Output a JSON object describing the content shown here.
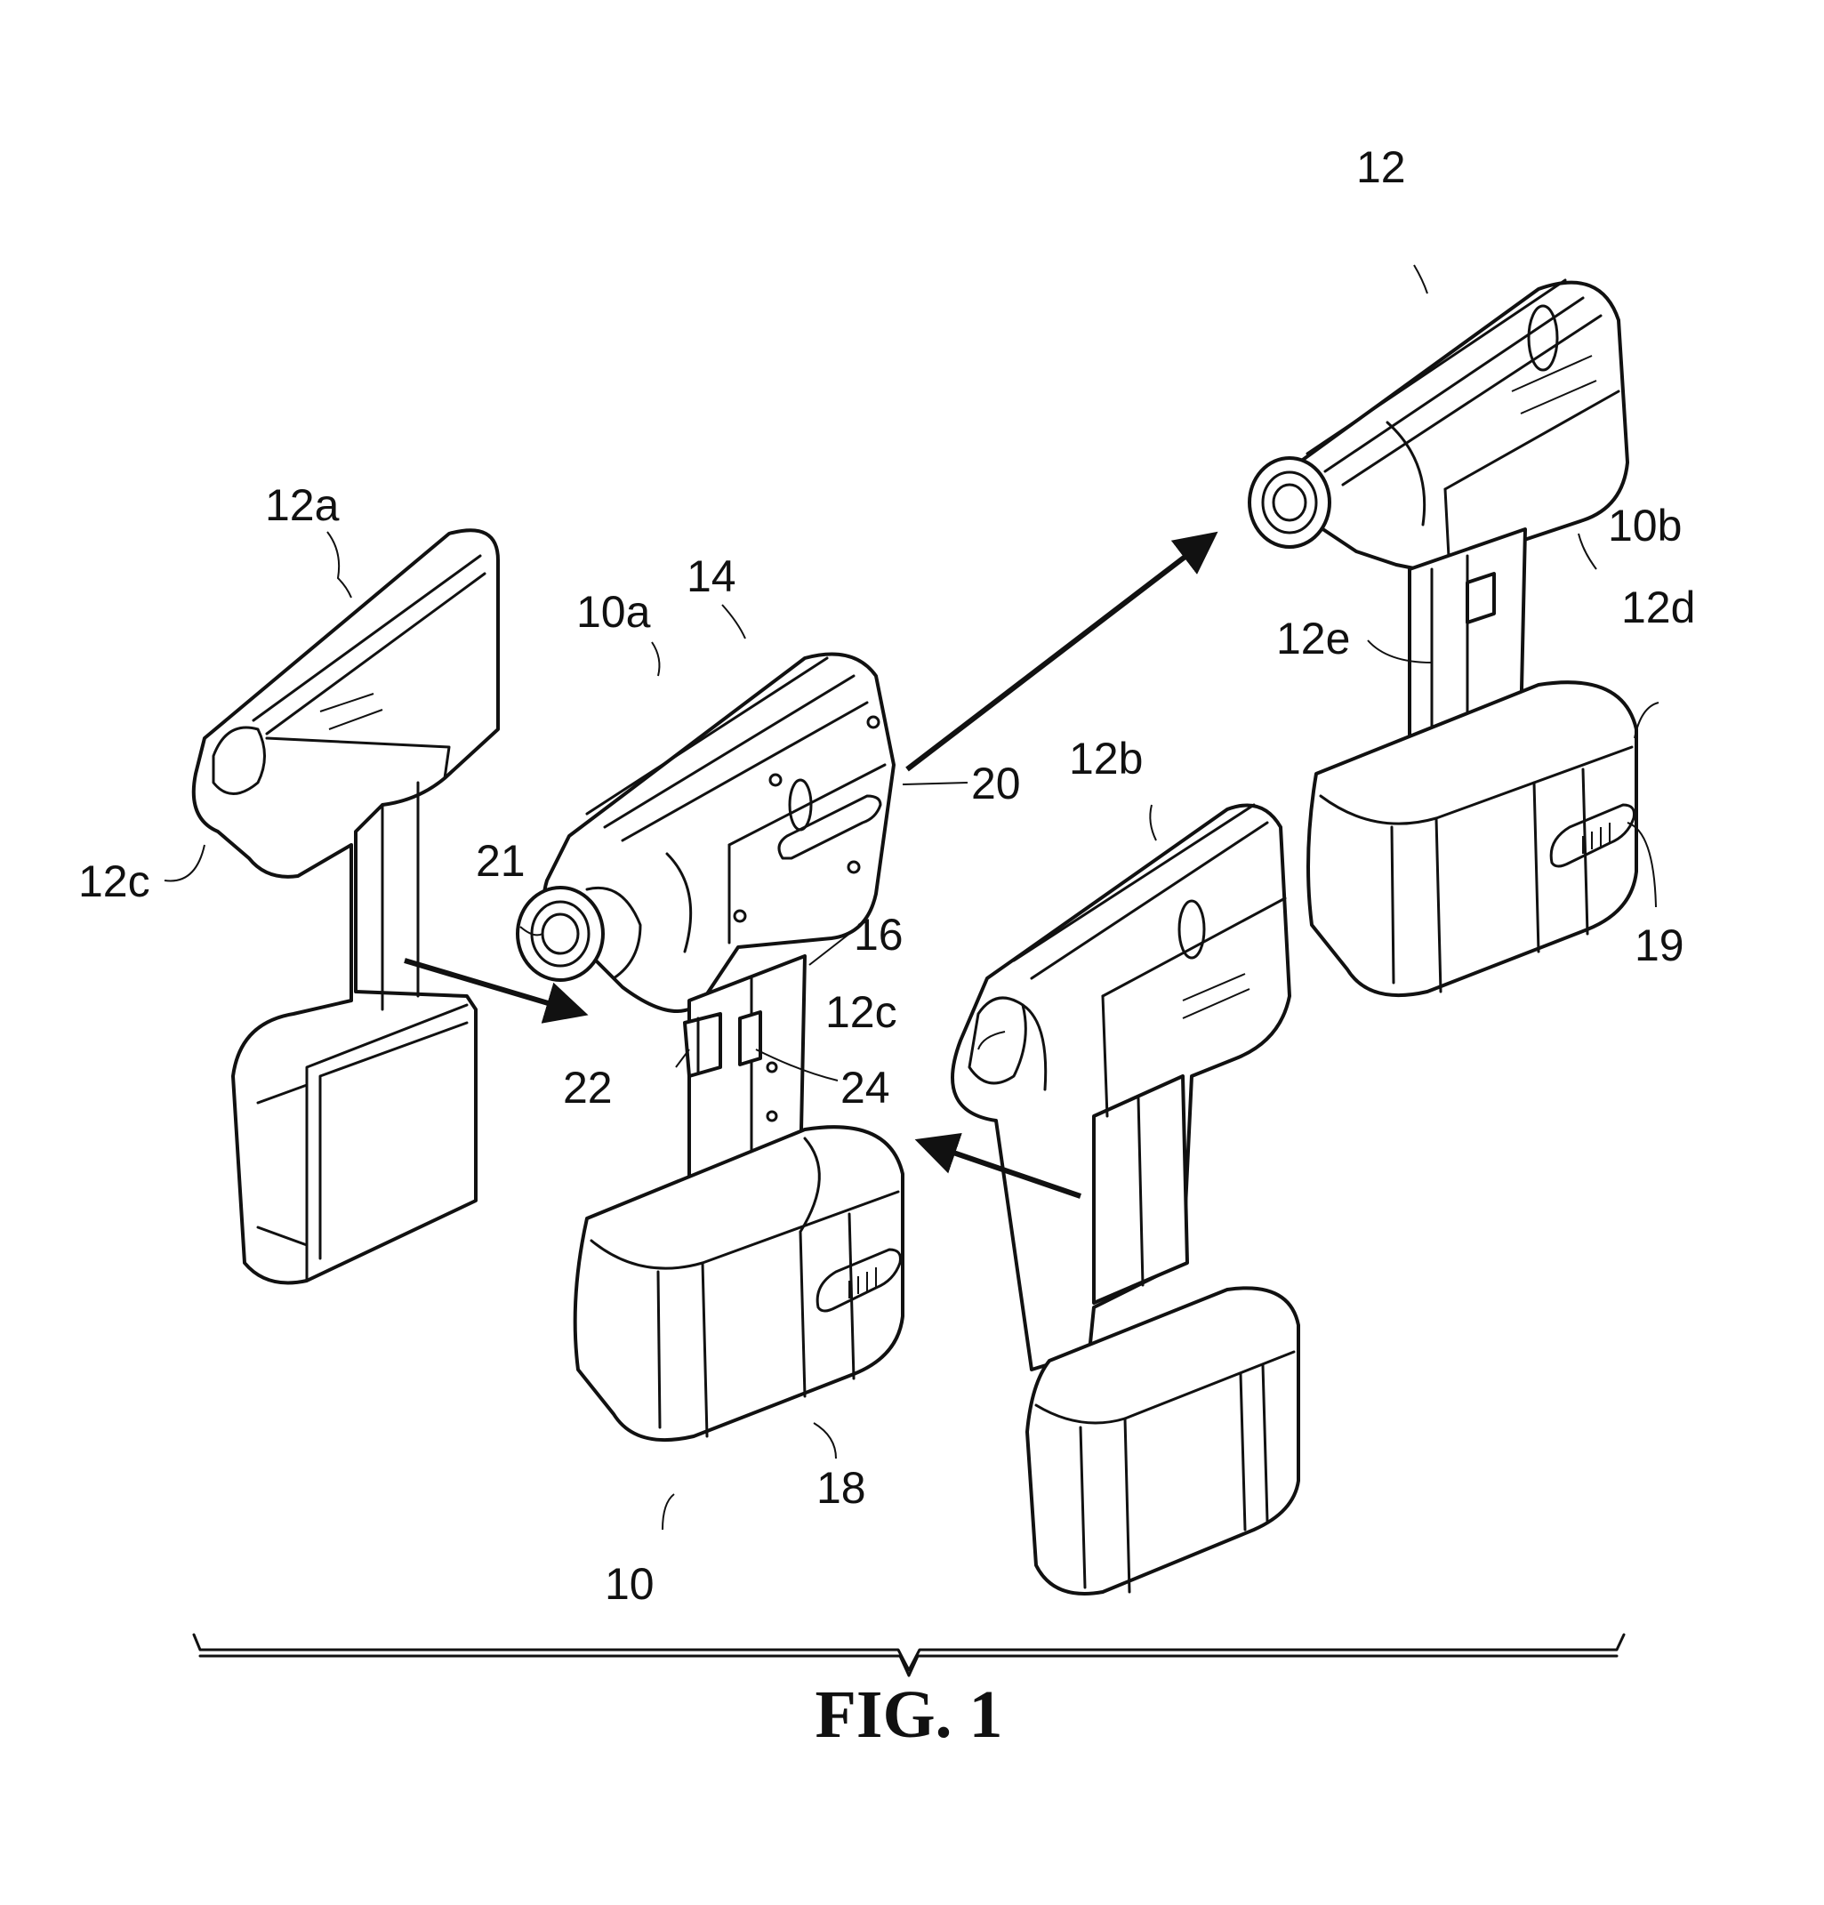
{
  "figure": {
    "caption": "FIG. 1",
    "reference_numerals": {
      "assembly": "10",
      "tool_a": "10a",
      "tool_b": "10b",
      "cover": "12",
      "cover_half_a": "12a",
      "cover_half_b": "12b",
      "nose_opening_a": "12c",
      "nose_opening_b": "12c",
      "battery_cutout": "12d",
      "handle_section": "12e",
      "housing": "14",
      "handle": "16",
      "battery": "18",
      "battery_latch": "19",
      "rear_face": "20",
      "nose": "21",
      "trigger": "22",
      "switch": "24"
    }
  }
}
